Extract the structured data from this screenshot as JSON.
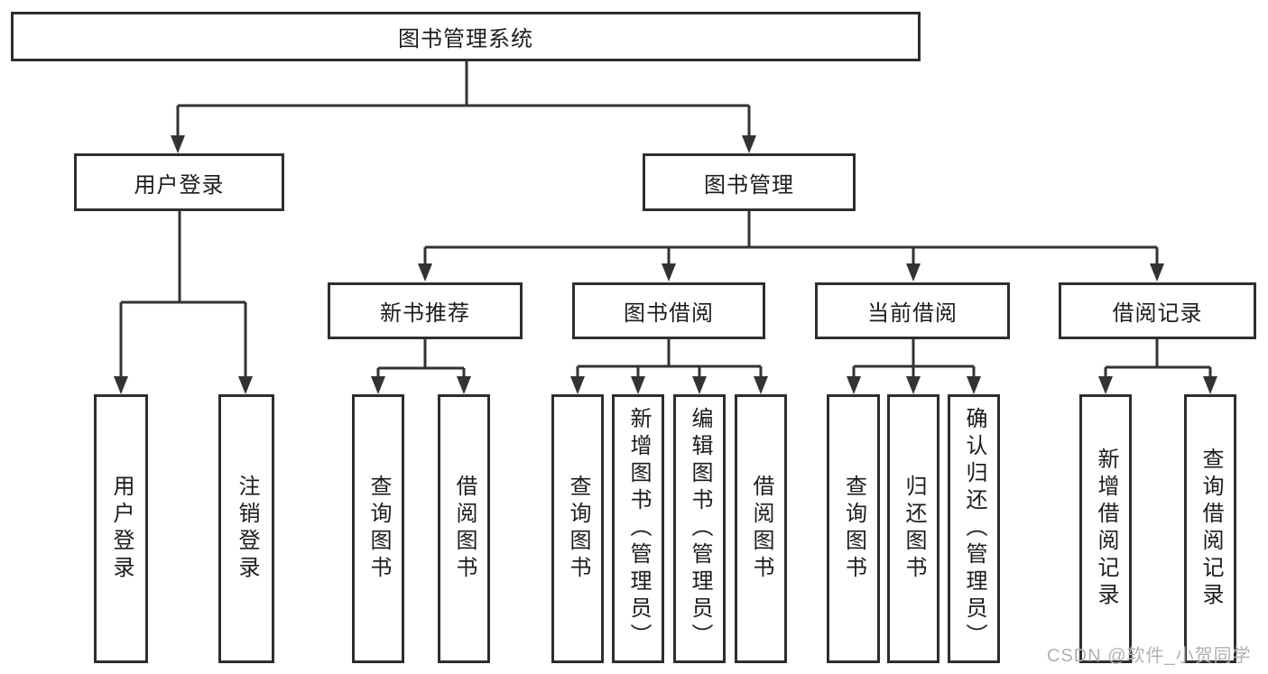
{
  "title": "图书管理系统",
  "watermark": "CSDN @软件_小贺同学",
  "colors": {
    "line": "#333333",
    "border": "#2e2e2e",
    "text": "#1c1c1c",
    "watermark": "#b0b0b0",
    "background": "#ffffff"
  },
  "tree": {
    "label": "图书管理系统",
    "children": [
      {
        "label": "用户登录",
        "children": [
          {
            "label": "用户登录"
          },
          {
            "label": "注销登录"
          }
        ]
      },
      {
        "label": "图书管理",
        "children": [
          {
            "label": "新书推荐",
            "children": [
              {
                "label": "查询图书"
              },
              {
                "label": "借阅图书"
              }
            ]
          },
          {
            "label": "图书借阅",
            "children": [
              {
                "label": "查询图书"
              },
              {
                "label": "新增图书（管理员）"
              },
              {
                "label": "编辑图书（管理员）"
              },
              {
                "label": "借阅图书"
              }
            ]
          },
          {
            "label": "当前借阅",
            "children": [
              {
                "label": "查询图书"
              },
              {
                "label": "归还图书"
              },
              {
                "label": "确认归还（管理员）"
              }
            ]
          },
          {
            "label": "借阅记录",
            "children": [
              {
                "label": "新增借阅记录"
              },
              {
                "label": "查询借阅记录"
              }
            ]
          }
        ]
      }
    ]
  }
}
